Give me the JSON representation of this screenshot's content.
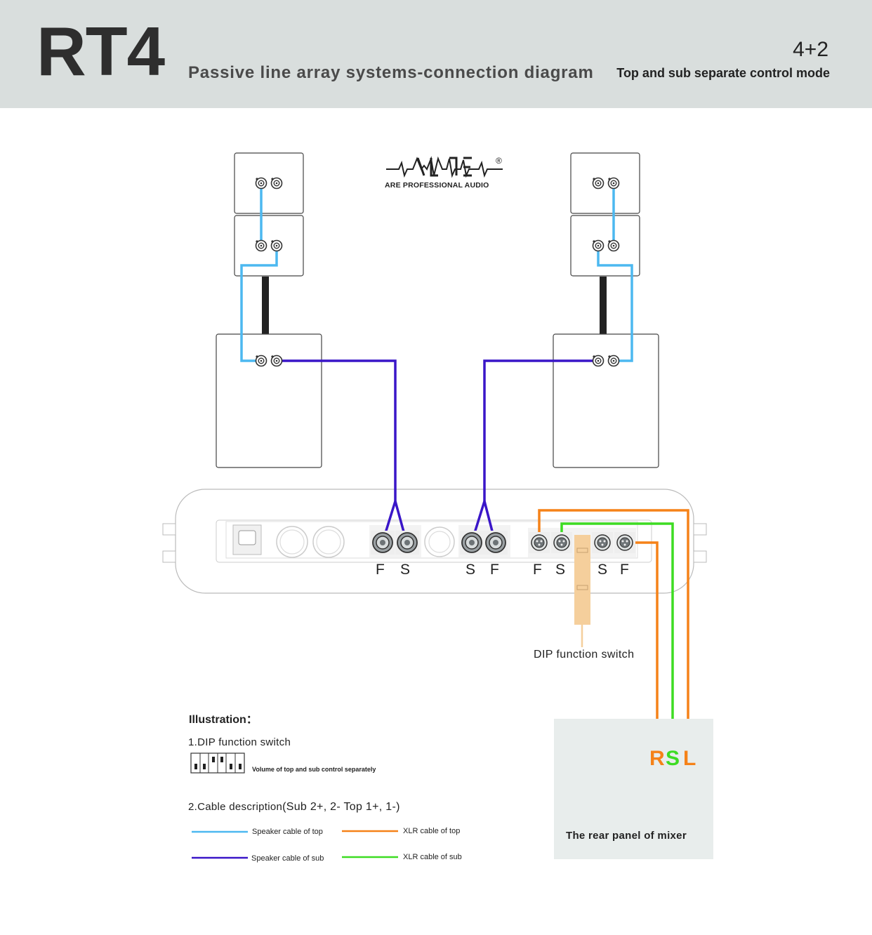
{
  "header": {
    "model": "RT4",
    "subtitle": "Passive line array systems-connection diagram",
    "mode_number": "4+2",
    "mode_text": "Top and sub separate control mode"
  },
  "logo": {
    "text": "ARE PROFESSIONAL AUDIO",
    "registered_mark": "®"
  },
  "amplifier": {
    "speakon_labels": [
      "F",
      "S",
      "S",
      "F"
    ],
    "xlr_labels": [
      "F",
      "S",
      "S",
      "F"
    ],
    "dip_label": "DIP function switch"
  },
  "mixer": {
    "letters": [
      "R",
      "S",
      "L"
    ],
    "caption": "The rear panel of mixer"
  },
  "illustration": {
    "title": "Illustration：",
    "item1": "1.DIP function switch",
    "dip_description": "Volume of top and sub control separately",
    "item2_prefix": "2.Cable description",
    "item2_detail": "(Sub  2+,  2-   Top  1+,  1-)"
  },
  "legend": {
    "speaker_top": "Speaker cable of top",
    "speaker_sub": "Speaker cable of sub",
    "xlr_top": "XLR cable of top",
    "xlr_sub": "XLR cable of sub"
  },
  "colors": {
    "header_bg": "#d9dedd",
    "speaker_top": "#4cb8f0",
    "speaker_sub": "#3a16c8",
    "xlr_top": "#f58218",
    "xlr_sub": "#3ddc22",
    "dip_switch": "#f5cf9c",
    "mixer_panel": "#e8edec"
  }
}
